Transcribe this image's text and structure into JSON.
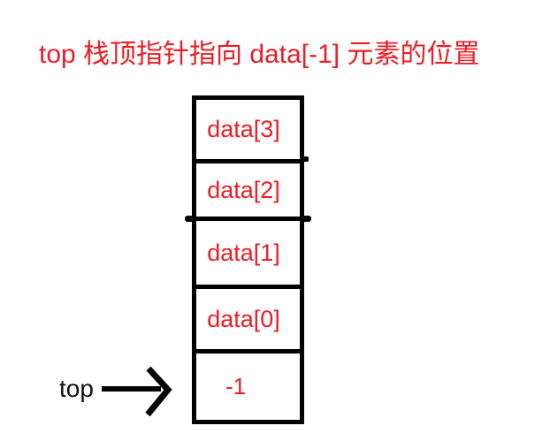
{
  "title": {
    "text": "top 栈顶指针指向 data[-1] 元素的位置"
  },
  "stack": {
    "cells": [
      {
        "label": "data[3]"
      },
      {
        "label": "data[2]"
      },
      {
        "label": "data[1]"
      },
      {
        "label": "data[0]"
      },
      {
        "label": "-1"
      }
    ]
  },
  "pointer": {
    "label": "top"
  },
  "colors": {
    "accent_red": "#ed1c24",
    "line_black": "#000000",
    "background": "#ffffff"
  }
}
